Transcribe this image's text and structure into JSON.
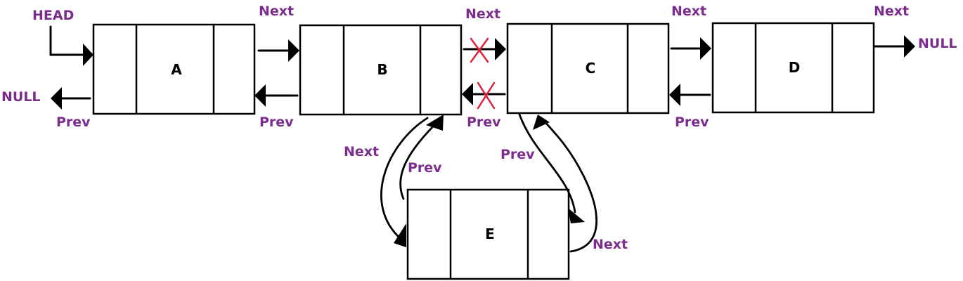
{
  "colors": {
    "label": "#7b2d8e",
    "cross": "#e0203a",
    "line": "#000000"
  },
  "nodes": {
    "a": "A",
    "b": "B",
    "c": "C",
    "d": "D",
    "e": "E"
  },
  "labels": {
    "head": "HEAD",
    "null_left": "NULL",
    "null_right": "NULL",
    "next_ab": "Next",
    "next_bc": "Next",
    "next_cd": "Next",
    "next_d": "Next",
    "prev_a": "Prev",
    "prev_ba": "Prev",
    "prev_cb": "Prev",
    "prev_dc": "Prev",
    "next_be": "Next",
    "prev_eb": "Prev",
    "prev_ce": "Prev",
    "next_ec": "Next"
  }
}
